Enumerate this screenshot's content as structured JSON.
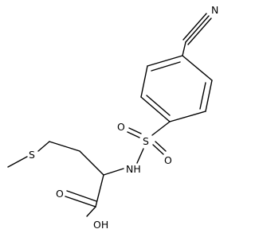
{
  "structure": {
    "atom_labels": {
      "nitrile_n": "N",
      "sulfonyl_s": "S",
      "sulfonyl_o_left": "O",
      "sulfonyl_o_right": "O",
      "amine_nh": "NH",
      "thioether_s": "S",
      "carbonyl_o": "O",
      "hydroxyl": "OH"
    }
  }
}
